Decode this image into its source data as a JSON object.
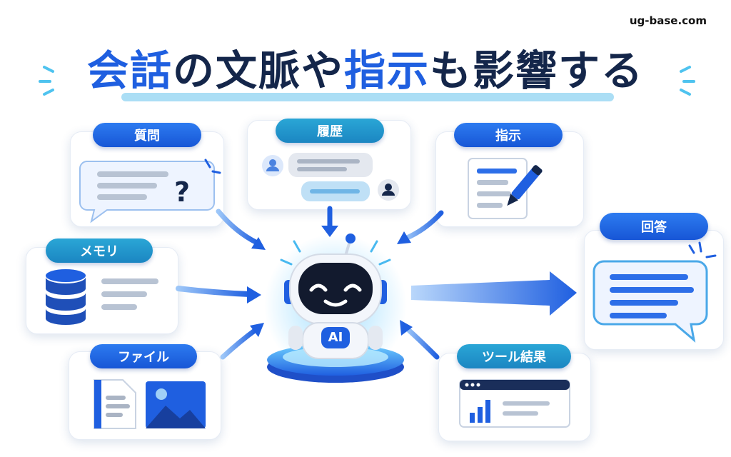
{
  "site": "ug-base.com",
  "title": {
    "parts": [
      "会話",
      "の文脈や",
      "指示",
      "も影響する"
    ]
  },
  "inputs": {
    "question": "質問",
    "history": "履歴",
    "instruction": "指示",
    "memory": "メモリ",
    "file": "ファイル",
    "tool": "ツール結果"
  },
  "output": {
    "answer": "回答"
  },
  "center": {
    "badge": "AI"
  },
  "colors": {
    "blue": "#1f5fe0",
    "teal": "#1b86c2",
    "navy": "#14264a",
    "light": "#cfd8e6"
  }
}
